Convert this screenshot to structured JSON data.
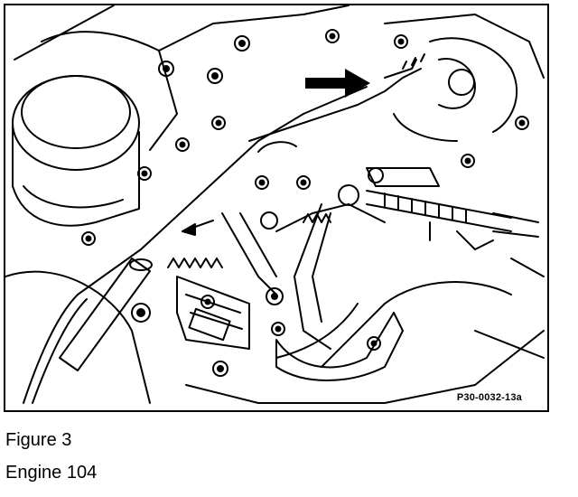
{
  "figure": {
    "identifier": "P30-0032-13a"
  },
  "caption": {
    "line1": "Figure 3",
    "line2": "Engine 104"
  }
}
